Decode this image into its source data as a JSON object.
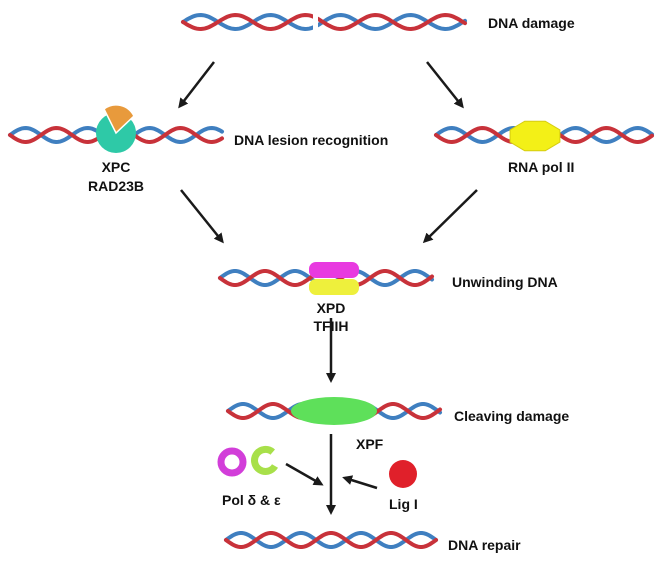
{
  "steps": {
    "damage": "DNA damage",
    "recognition": "DNA lesion recognition",
    "unwinding": "Unwinding DNA",
    "cleaving": "Cleaving damage",
    "repair": "DNA repair"
  },
  "proteins": {
    "xpc": "XPC",
    "rad23b": "RAD23B",
    "rna_pol": "RNA pol II",
    "xpd": "XPD",
    "tfiih": "TFIIH",
    "xpf": "XPF",
    "pol": "Pol δ & ε",
    "lig": "Lig I"
  },
  "colors": {
    "strand_red": "#c8323a",
    "strand_blue": "#3f7fc0",
    "xpc_teal": "#2ec9a7",
    "xpc_cap": "#e89a3c",
    "rna_pol_yellow": "#f3f017",
    "xpd_magenta": "#e83ae0",
    "xpd_yellow": "#eef03c",
    "xpf_green": "#5ee05a",
    "pol_magenta": "#d23ed9",
    "pol_green": "#a8e04a",
    "lig_red": "#e0202a"
  }
}
